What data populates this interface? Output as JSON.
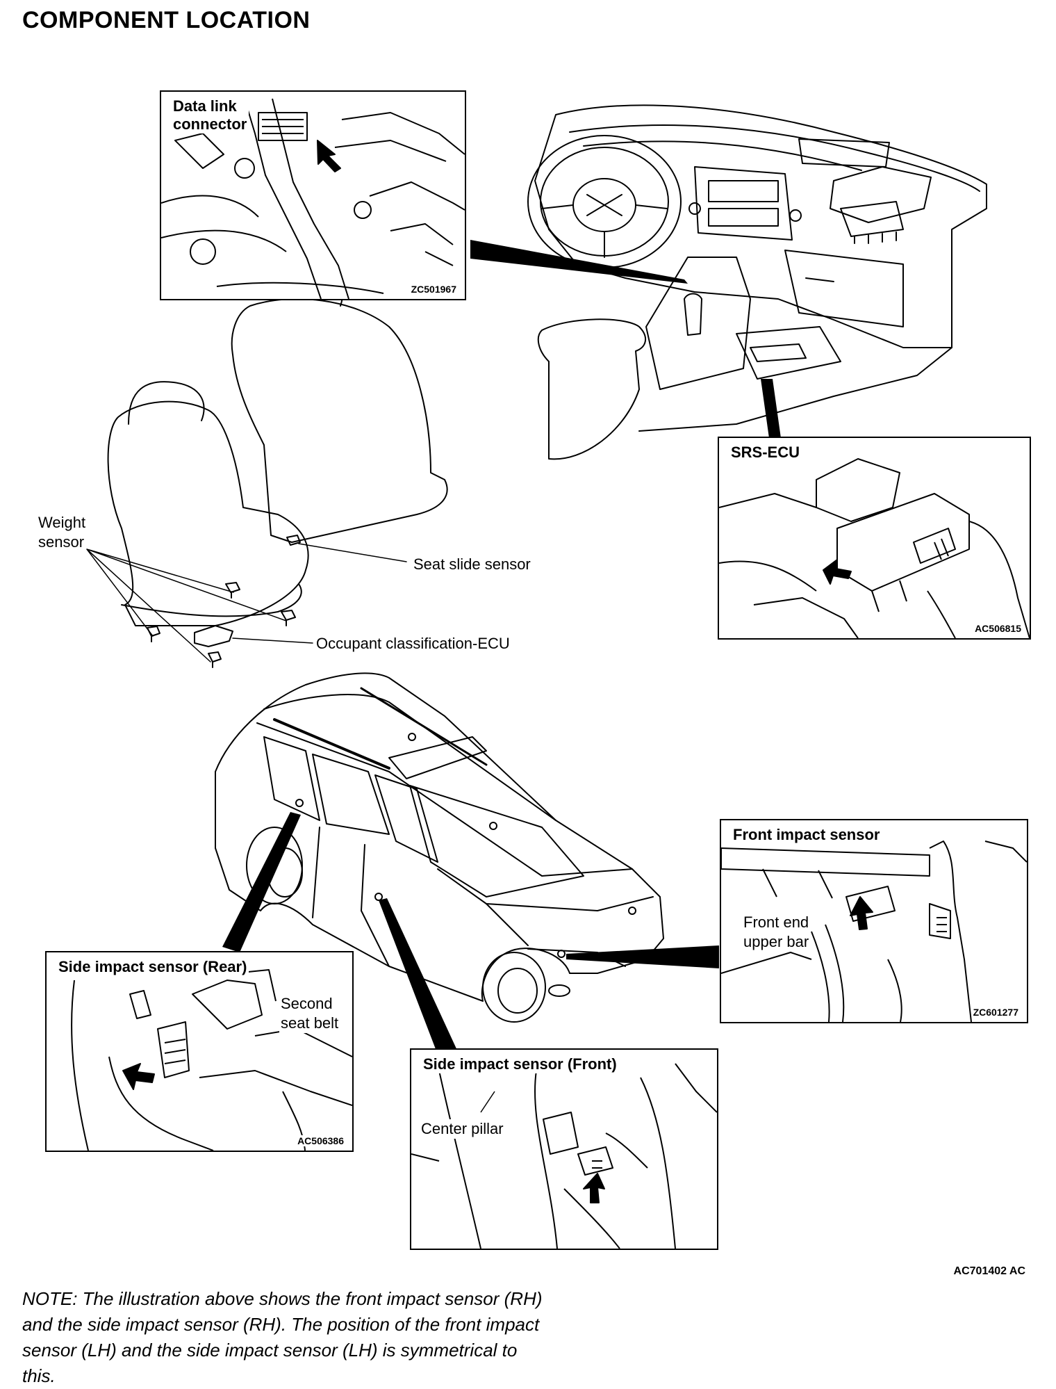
{
  "title": "COMPONENT LOCATION",
  "insets": {
    "dlc": {
      "title": "Data link\nconnector",
      "code": "ZC501967"
    },
    "srs": {
      "title": "SRS-ECU",
      "code": "AC506815"
    },
    "front_impact": {
      "title": "Front impact sensor",
      "code": "ZC601277",
      "label": "Front end\nupper bar"
    },
    "side_rear": {
      "title": "Side impact sensor (Rear)",
      "code": "AC506386",
      "label": "Second\nseat belt"
    },
    "side_front": {
      "title": "Side impact sensor (Front)",
      "label": "Center pillar"
    }
  },
  "callouts": {
    "weight_sensor": "Weight\nsensor",
    "seat_slide_sensor": "Seat slide sensor",
    "occupant_ecu": "Occupant classification-ECU"
  },
  "figure_code": "AC701402 AC",
  "note": "NOTE: The illustration above shows the front impact sensor (RH) and the side impact sensor (RH). The position of the front impact sensor (LH) and the side impact sensor (LH) is symmetrical to this.",
  "colors": {
    "ink": "#000000",
    "paper": "#ffffff"
  }
}
